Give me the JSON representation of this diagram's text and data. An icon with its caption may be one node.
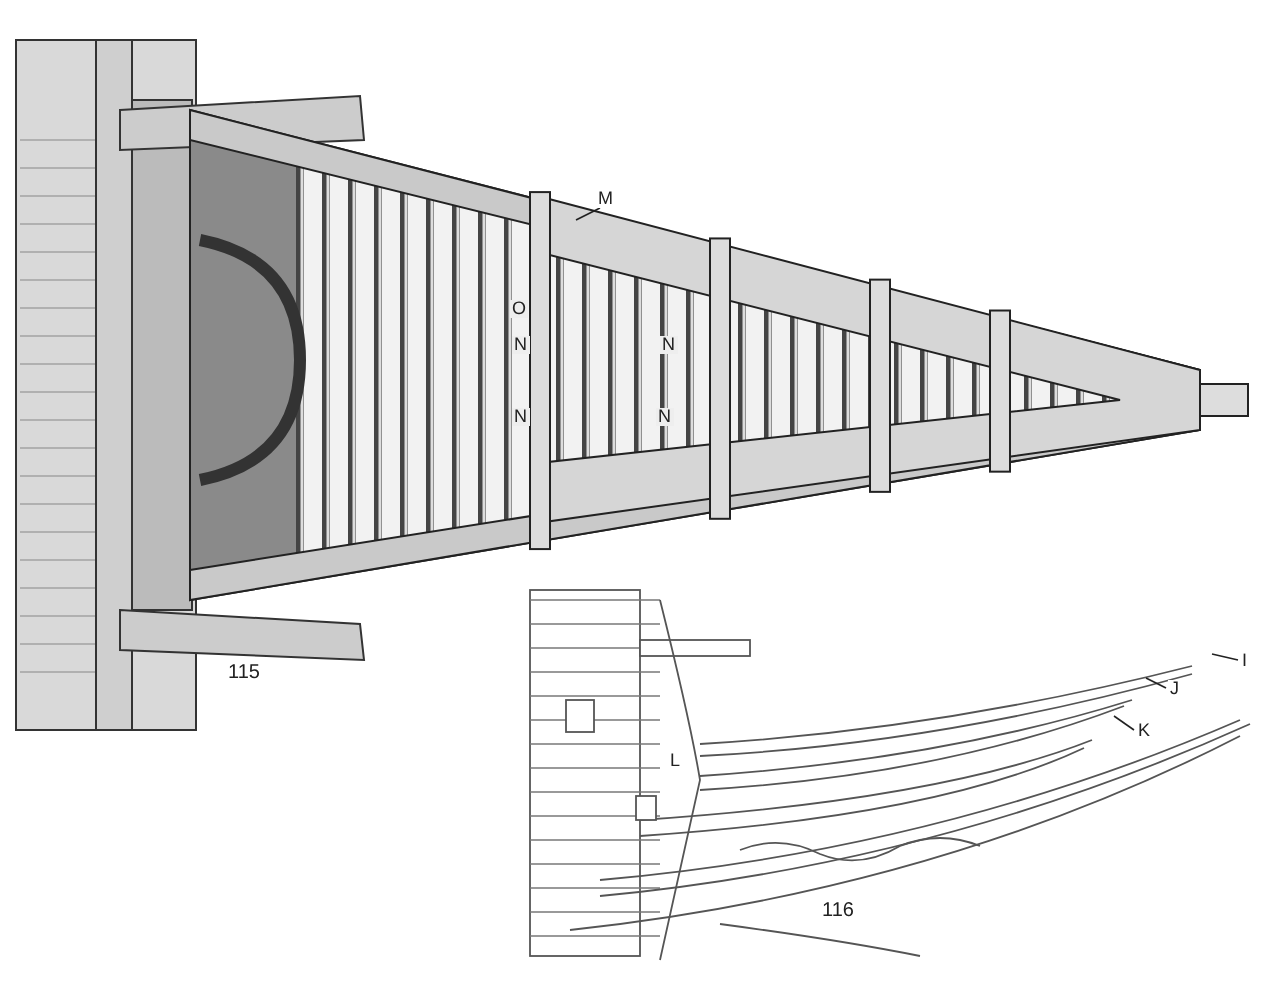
{
  "diagram": {
    "nodes": [
      {
        "text": [
          "M"
        ]
      },
      {
        "text": [
          "I"
        ]
      },
      {
        "text": [
          "J"
        ]
      },
      {
        "text": [
          "K"
        ]
      }
    ],
    "edges": [
      {
        "from": 0,
        "to": null,
        "arrow": "none"
      },
      {
        "from": 1,
        "to": null,
        "arrow": "none"
      },
      {
        "from": 2,
        "to": null,
        "arrow": "none"
      },
      {
        "from": 3,
        "to": null,
        "arrow": "none"
      }
    ],
    "labels": [
      "O",
      "N",
      "N",
      "N",
      "N",
      "115",
      "L",
      "116"
    ]
  }
}
